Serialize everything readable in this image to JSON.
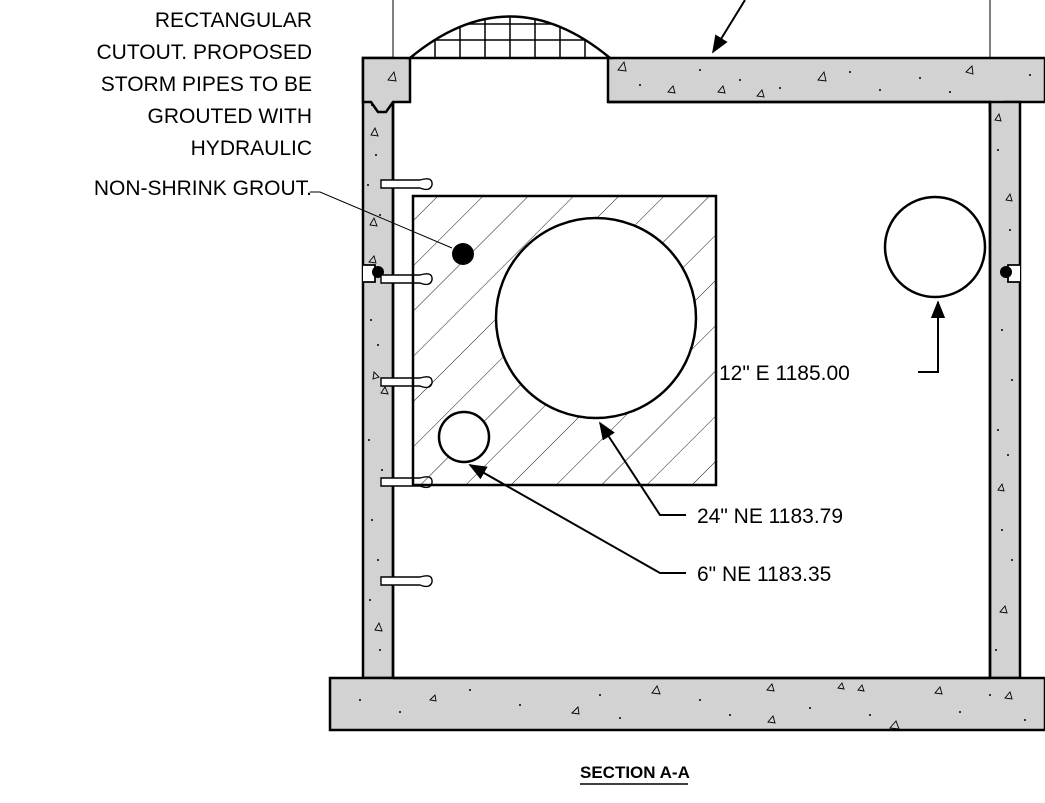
{
  "note": {
    "lines": [
      "RECTANGULAR",
      "CUTOUT. PROPOSED",
      "STORM PIPES TO BE",
      "GROUTED WITH",
      "HYDRAULIC",
      "NON-SHRINK GROUT."
    ]
  },
  "pipes": {
    "pipe_12": "12\" E 1185.00",
    "pipe_24": "24\" NE 1183.79",
    "pipe_6": "6\" NE 1183.35"
  },
  "section_title": "SECTION A-A",
  "colors": {
    "concrete_fill": "#d2d2d2",
    "line": "#000000",
    "background": "#ffffff"
  }
}
